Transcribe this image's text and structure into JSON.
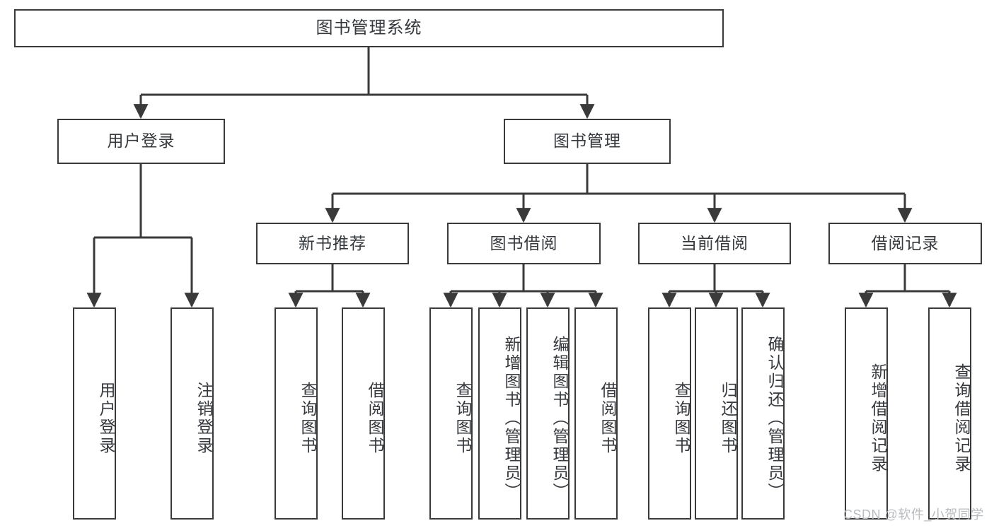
{
  "diagram": {
    "title": "图书管理系统",
    "type": "tree",
    "watermark": "CSDN @软件_小贺同学",
    "colors": {
      "box_border": "#3a3a3a",
      "box_fill": "#ffffff",
      "text": "#35383c",
      "edge": "#3a3a3a",
      "watermark": "#b9bcc0",
      "background": "#ffffff"
    },
    "levels": {
      "root": {
        "label": "图书管理系统"
      },
      "level2": [
        {
          "label": "用户登录"
        },
        {
          "label": "图书管理"
        }
      ],
      "level3": [
        {
          "label": "新书推荐"
        },
        {
          "label": "图书借阅"
        },
        {
          "label": "当前借阅"
        },
        {
          "label": "借阅记录"
        }
      ],
      "leaves": [
        {
          "label": "用户登录",
          "parent": "用户登录"
        },
        {
          "label": "注销登录",
          "parent": "用户登录"
        },
        {
          "label": "查询图书",
          "parent": "新书推荐"
        },
        {
          "label": "借阅图书",
          "parent": "新书推荐"
        },
        {
          "label": "查询图书",
          "parent": "图书借阅"
        },
        {
          "label": "新增图书（管理员）",
          "parent": "图书借阅"
        },
        {
          "label": "编辑图书（管理员）",
          "parent": "图书借阅"
        },
        {
          "label": "借阅图书",
          "parent": "图书借阅"
        },
        {
          "label": "查询图书",
          "parent": "当前借阅"
        },
        {
          "label": "归还图书",
          "parent": "当前借阅"
        },
        {
          "label": "确认归还（管理员）",
          "parent": "当前借阅"
        },
        {
          "label": "新增借阅记录",
          "parent": "借阅记录"
        },
        {
          "label": "查询借阅记录",
          "parent": "借阅记录"
        }
      ]
    }
  }
}
